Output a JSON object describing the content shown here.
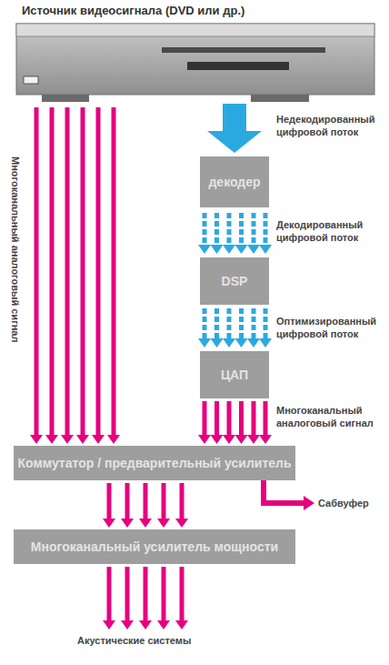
{
  "diagram": {
    "nodes": [
      {
        "text": [
          "Источник видеосигнала (DVD или др.)"
        ]
      },
      {
        "text": [
          "декодер"
        ]
      },
      {
        "text": [
          "DSP"
        ]
      },
      {
        "text": [
          "ЦАП"
        ]
      },
      {
        "text": [
          "Коммутатор / предварительный усилитель"
        ]
      },
      {
        "text": [
          "Многоканальный усилитель мощности"
        ]
      }
    ],
    "edges": [
      {
        "from": 0,
        "to": 4,
        "arrow": "to",
        "label": "Многоканальный аналоговый сигнал"
      },
      {
        "from": 0,
        "to": 1,
        "arrow": "to",
        "label": "Недекодированный цифровой поток"
      },
      {
        "from": 1,
        "to": 2,
        "arrow": "to",
        "label": "Декодированный цифровой поток"
      },
      {
        "from": 2,
        "to": 3,
        "arrow": "to",
        "label": "Оптимизированный цифровой поток"
      },
      {
        "from": 3,
        "to": 4,
        "arrow": "to",
        "label": "Многоканальный аналоговый сигнал"
      },
      {
        "from": 4,
        "to": 5,
        "arrow": "to"
      }
    ],
    "labels": [
      "Сабвуфер",
      "Акустические системы"
    ]
  }
}
